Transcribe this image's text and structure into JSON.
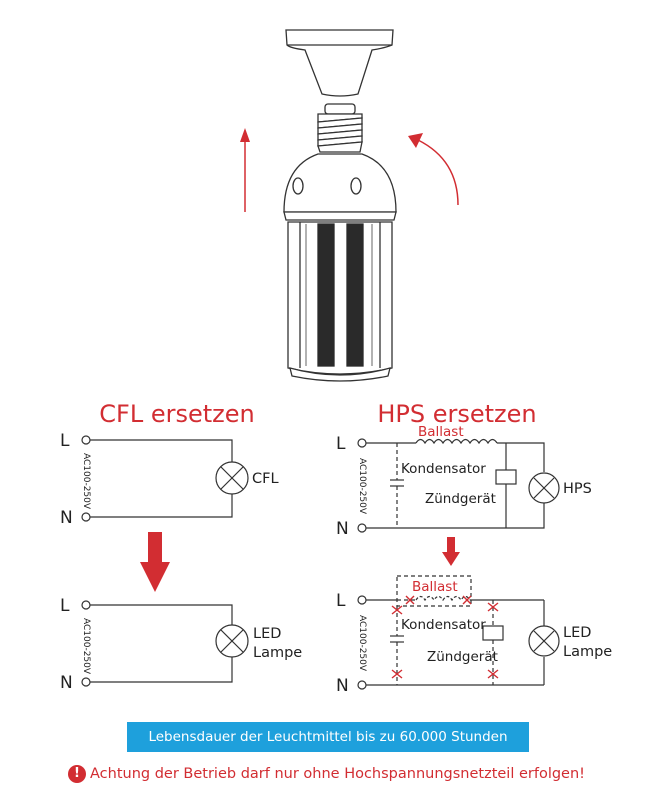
{
  "colors": {
    "accent_red": "#d22d32",
    "banner_blue": "#1ea0dc",
    "line": "#333333"
  },
  "cfl": {
    "title": "CFL ersetzen",
    "before": {
      "l": "L",
      "n": "N",
      "voltage": "AC100-250V",
      "lamp": "CFL"
    },
    "after": {
      "l": "L",
      "n": "N",
      "voltage": "AC100-250V",
      "lamp_line1": "LED",
      "lamp_line2": "Lampe"
    }
  },
  "hps": {
    "title": "HPS ersetzen",
    "before": {
      "l": "L",
      "n": "N",
      "voltage": "AC100-250V",
      "ballast": "Ballast",
      "capacitor": "Kondensator",
      "igniter": "Zündgerät",
      "lamp": "HPS"
    },
    "after": {
      "l": "L",
      "n": "N",
      "voltage": "AC100-250V",
      "ballast": "Ballast",
      "capacitor": "Kondensator",
      "igniter": "Zündgerät",
      "lamp_line1": "LED",
      "lamp_line2": "Lampe"
    }
  },
  "banner": "Lebensdauer der Leuchtmittel bis zu 60.000 Stunden",
  "warning": "Achtung der Betrieb darf nur ohne Hochspannungsnetzteil erfolgen!",
  "warning_icon": "!"
}
